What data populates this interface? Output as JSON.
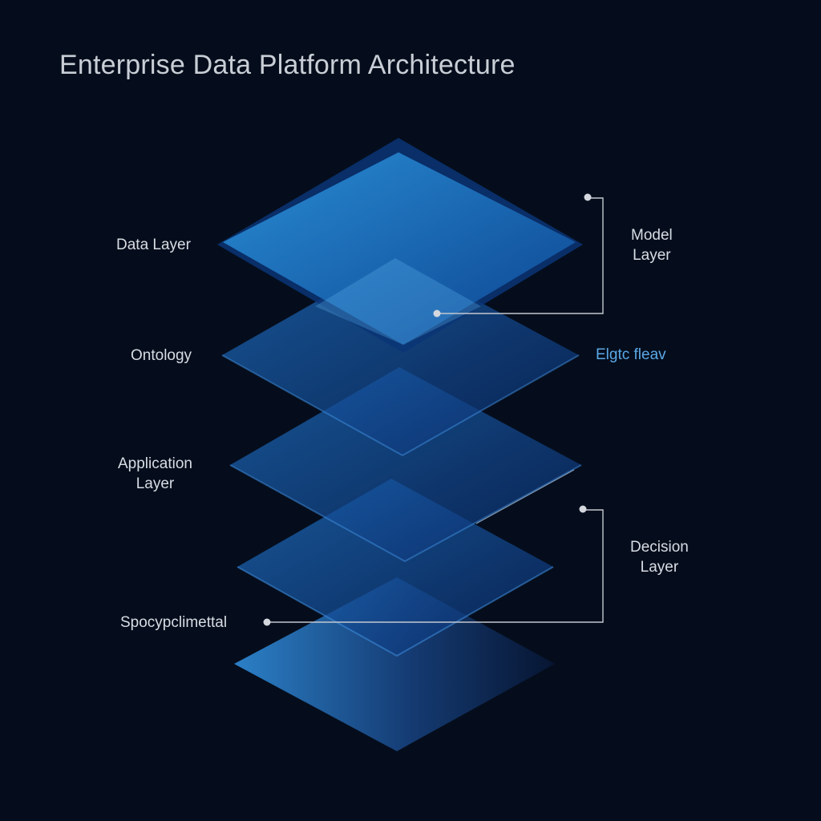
{
  "title": "Enterprise Data Platform Architecture",
  "labels": {
    "data_layer": "Data Layer",
    "ontology": "Ontology",
    "application_layer": [
      "Application",
      "Layer"
    ],
    "spocypclimettal": "Spocypclimettal",
    "model_layer": [
      "Model",
      "Layer"
    ],
    "flight_flow": "Elgtc fleav",
    "decision_layer": [
      "Decision",
      "Layer"
    ]
  },
  "colors": {
    "background": "#050d1c",
    "layer_light": "#2a8fd8",
    "layer_dark": "#0c2f6e",
    "connector": "#c3c8cf",
    "accent_label": "#5aa8e6"
  }
}
